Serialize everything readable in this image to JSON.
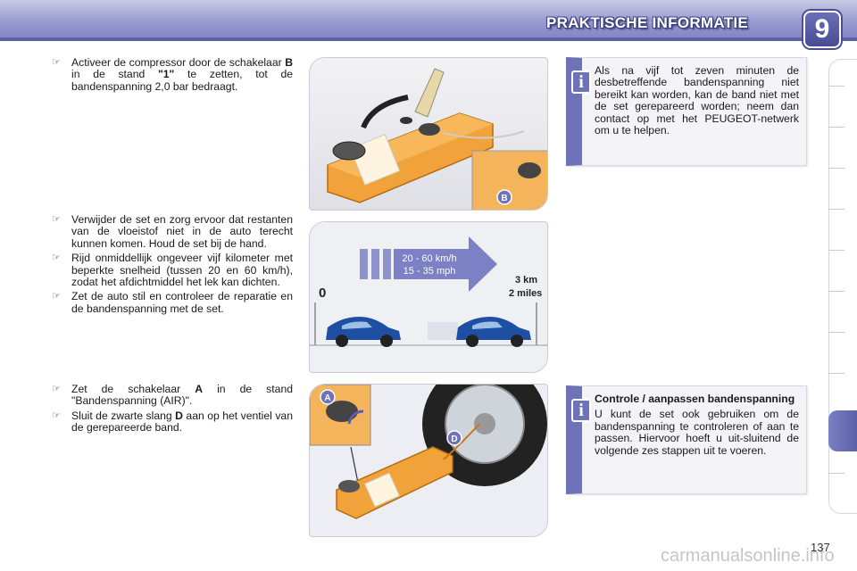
{
  "header": {
    "title": "PRAKTISCHE INFORMATIE",
    "chapter_number": "9"
  },
  "bullet_symbol": "☞",
  "section1": {
    "bullets": [
      [
        "Activeer de compressor door de schakelaar ",
        "B",
        " in de stand ",
        "\"1\"",
        " te zetten, tot de bandenspanning 2,0 bar bedraagt."
      ]
    ]
  },
  "section2": {
    "bullets": [
      "Verwijder de set en zorg ervoor dat restanten van de vloeistof niet in de auto terecht kunnen komen. Houd de set bij de hand.",
      "Rijd onmiddellijk ongeveer vijf kilometer met beperkte snelheid (tussen 20 en 60 km/h), zodat het afdichtmiddel het lek kan dichten.",
      "Zet de auto stil en controleer de reparatie en de bandenspanning met de set."
    ]
  },
  "section3": {
    "bullets": [
      [
        "Zet de schakelaar ",
        "A",
        " in de stand \"Bandenspanning (AIR)\"."
      ],
      [
        "Sluit de zwarte slang ",
        "D",
        " aan op het ventiel van de gerepareerde band."
      ]
    ]
  },
  "figure1": {
    "label_b": "B"
  },
  "figure2": {
    "speed_kmh": "20 - 60 km/h",
    "speed_mph": "15 - 35 mph",
    "start_label": "0",
    "distance_km": "3 km",
    "distance_miles": "2 miles"
  },
  "figure3": {
    "label_a": "A",
    "label_d": "D"
  },
  "info_box_1": {
    "icon": "i",
    "text": "Als na vijf tot zeven minuten de desbetreffende bandenspanning niet bereikt kan worden, kan de band niet met de set gerepareerd worden; neem dan contact op met het PEUGEOT-netwerk om u te helpen."
  },
  "info_box_2": {
    "icon": "i",
    "heading": "Controle / aanpassen bandenspanning",
    "text": "U kunt de set ook gebruiken om de bandenspanning te controleren of aan te passen. Hiervoor hoeft u uit-sluitend de volgende zes stappen uit te voeren."
  },
  "page_number": "137",
  "watermark": "carmanualsonline.info",
  "colors": {
    "accent": "#6e72b9",
    "compressor_orange": "#f2a23a",
    "car_blue": "#1f4fa3"
  }
}
